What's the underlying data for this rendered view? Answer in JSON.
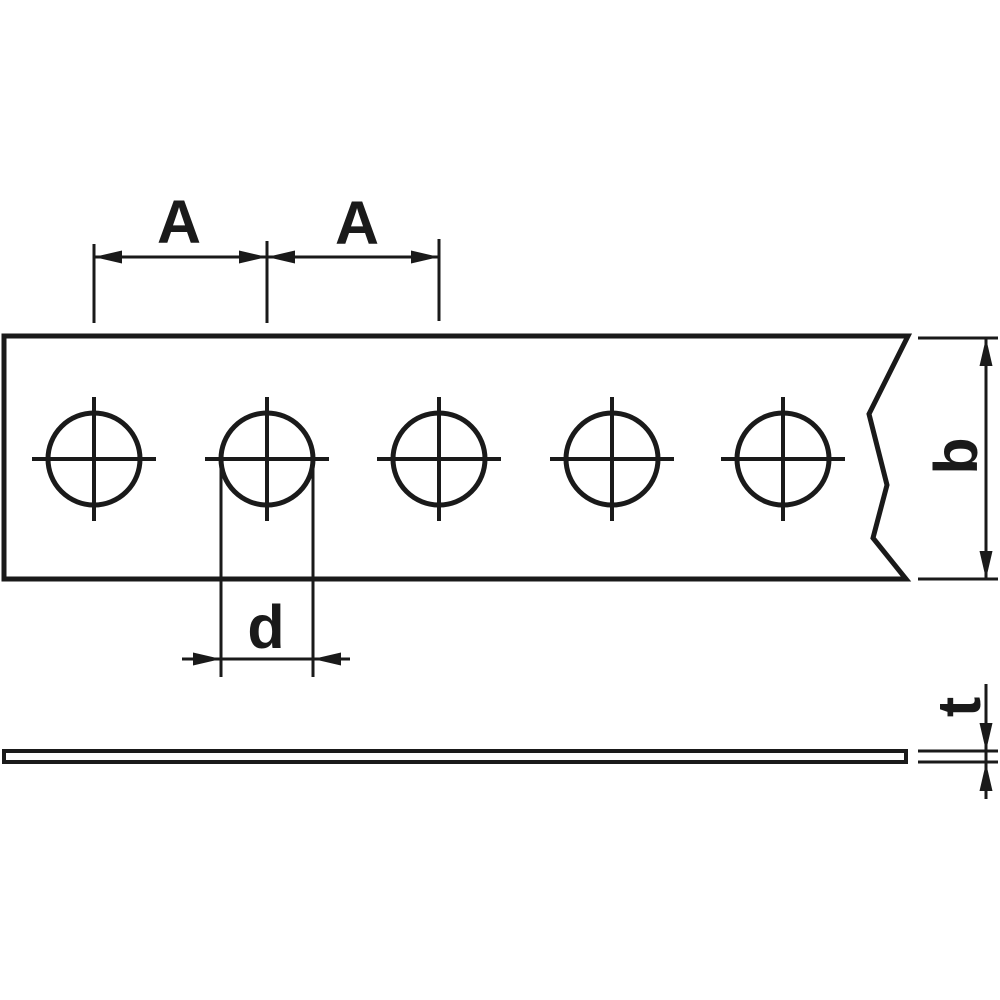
{
  "drawing": {
    "background_color": "#ffffff",
    "line_color": "#1a1a1a",
    "hole_count": 5,
    "labels": {
      "pitch_1": "A",
      "pitch_2": "A",
      "hole_diameter": "d",
      "strip_width": "b",
      "strip_thickness": "t"
    }
  }
}
